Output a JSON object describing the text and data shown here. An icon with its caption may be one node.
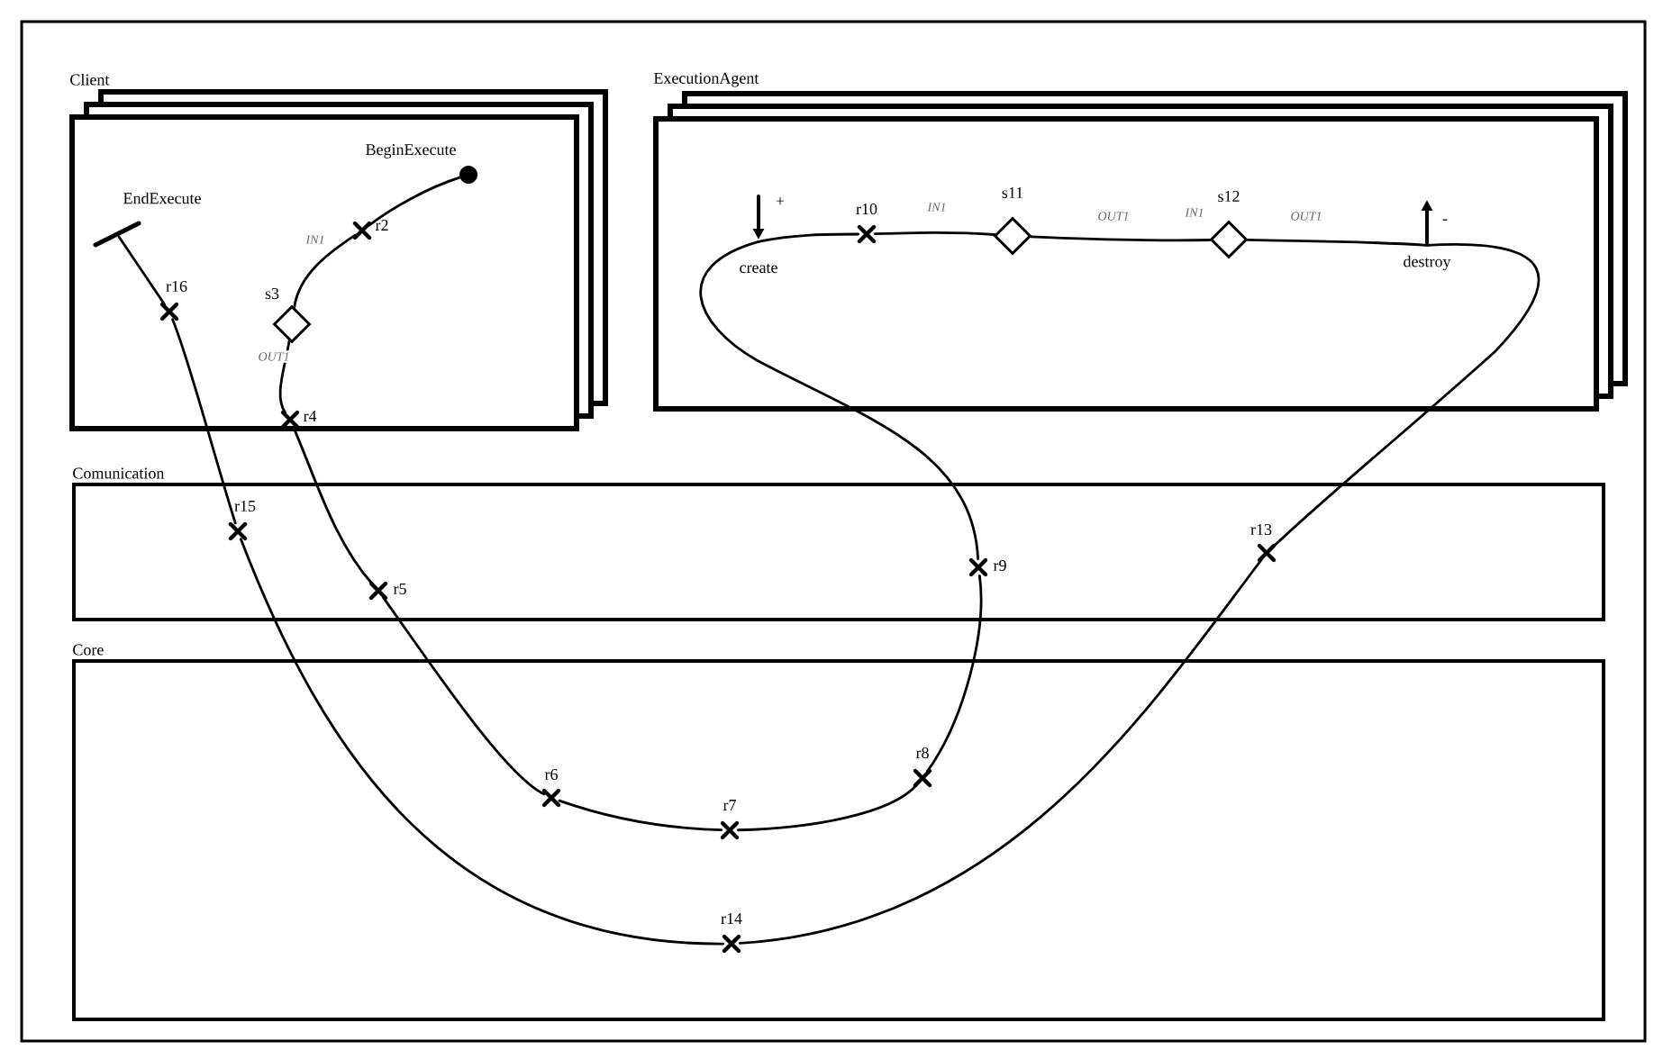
{
  "diagram": {
    "nodes": [
      {
        "text": [
          "Client"
        ]
      },
      {
        "text": [
          "ExecutionAgent"
        ]
      },
      {
        "text": [
          "Comunication"
        ]
      },
      {
        "text": [
          "Core"
        ]
      },
      {
        "text": [
          "BeginExecute"
        ],
        "in": 0
      },
      {
        "text": [
          "r2"
        ],
        "in": 0
      },
      {
        "text": [
          "s3"
        ],
        "in": 0
      },
      {
        "text": [
          "r4"
        ],
        "in": 0
      },
      {
        "text": [
          "r5"
        ],
        "in": 2
      },
      {
        "text": [
          "r6"
        ],
        "in": 3
      },
      {
        "text": [
          "r7"
        ],
        "in": 3
      },
      {
        "text": [
          "r8"
        ],
        "in": 3
      },
      {
        "text": [
          "r9"
        ],
        "in": 2
      },
      {
        "text": [
          "+",
          "create"
        ],
        "in": 1
      },
      {
        "text": [
          "r10"
        ],
        "in": 1
      },
      {
        "text": [
          "s11"
        ],
        "in": 1
      },
      {
        "text": [
          "s12"
        ],
        "in": 1
      },
      {
        "text": [
          "-",
          "destroy"
        ],
        "in": 1
      },
      {
        "text": [
          "r13"
        ],
        "in": 2
      },
      {
        "text": [
          "r14"
        ],
        "in": 3
      },
      {
        "text": [
          "r15"
        ],
        "in": 2
      },
      {
        "text": [
          "r16"
        ],
        "in": 0
      },
      {
        "text": [
          "EndExecute"
        ],
        "in": 0
      }
    ],
    "edges": [
      {
        "from": 4,
        "to": 5,
        "arrow": "none"
      },
      {
        "from": 5,
        "to": 6,
        "arrow": "none",
        "label": "IN1"
      },
      {
        "from": 6,
        "to": 7,
        "arrow": "none",
        "label": "OUT1"
      },
      {
        "from": 7,
        "to": 8,
        "arrow": "none"
      },
      {
        "from": 8,
        "to": 9,
        "arrow": "none"
      },
      {
        "from": 9,
        "to": 10,
        "arrow": "none"
      },
      {
        "from": 10,
        "to": 11,
        "arrow": "none"
      },
      {
        "from": 11,
        "to": 12,
        "arrow": "none"
      },
      {
        "from": 12,
        "to": 13,
        "arrow": "none"
      },
      {
        "from": 13,
        "to": 14,
        "arrow": "none"
      },
      {
        "from": 14,
        "to": 15,
        "arrow": "none",
        "label": "IN1"
      },
      {
        "from": 15,
        "to": 16,
        "arrow": "none",
        "label": "OUT1"
      },
      {
        "from": 16,
        "to": 17,
        "arrow": "none",
        "label": "OUT1"
      },
      {
        "from": 17,
        "to": 18,
        "arrow": "none"
      },
      {
        "from": 18,
        "to": 19,
        "arrow": "none"
      },
      {
        "from": 19,
        "to": 20,
        "arrow": "none"
      },
      {
        "from": 20,
        "to": 21,
        "arrow": "none"
      },
      {
        "from": 21,
        "to": 22,
        "arrow": "none"
      }
    ],
    "labels": [
      "IN1"
    ]
  }
}
